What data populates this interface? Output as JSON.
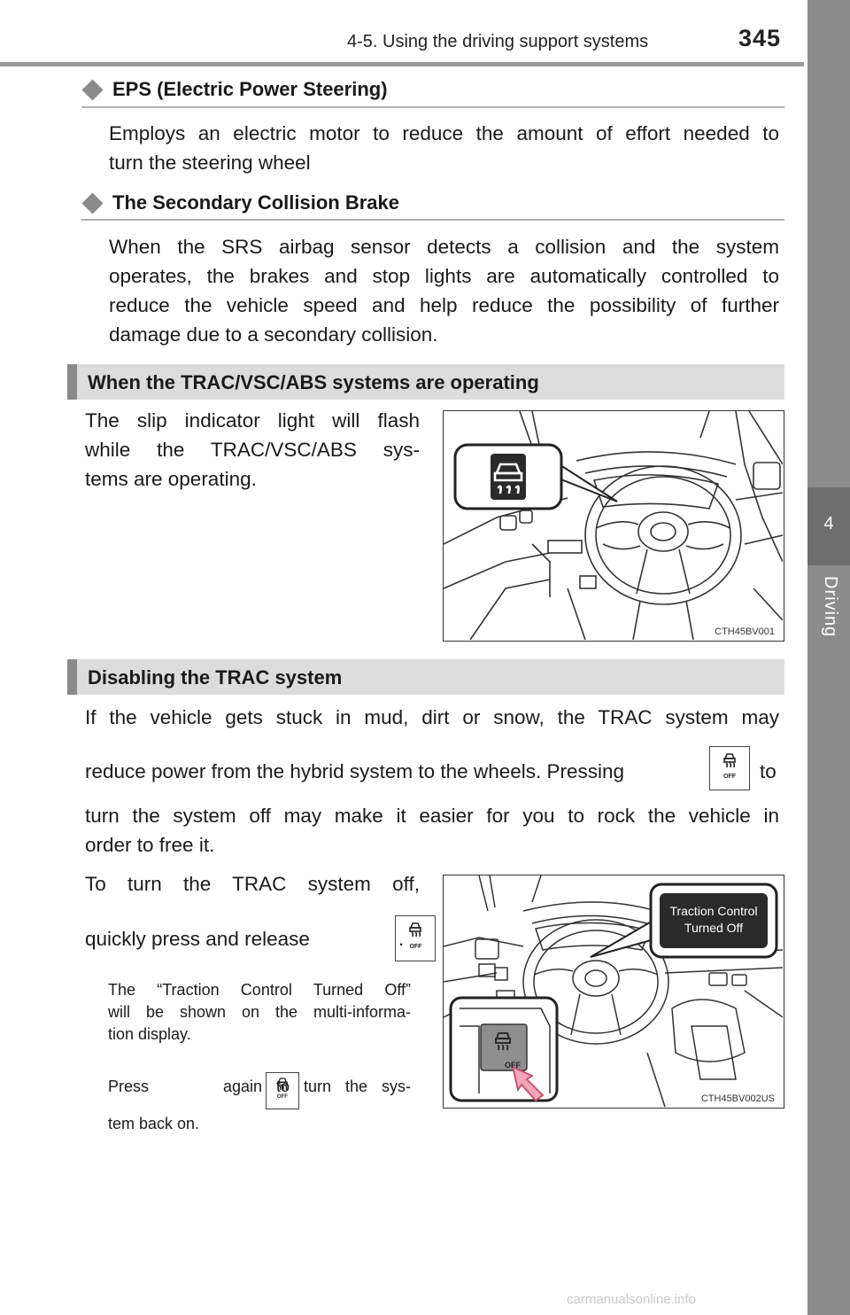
{
  "header": {
    "section_title": "4-5. Using the driving support systems",
    "page_number": "345"
  },
  "side_tab": {
    "chapter_number": "4",
    "chapter_name": "Driving"
  },
  "eps": {
    "heading": "EPS (Electric Power Steering)",
    "line1": "Employs an electric motor to reduce the amount of effort needed to",
    "line2": "turn the steering wheel"
  },
  "secondary_brake": {
    "heading": "The Secondary Collision Brake",
    "lines": [
      "When the SRS airbag sensor detects a collision and the system",
      "operates, the brakes and stop lights are automatically controlled to",
      "reduce the vehicle speed and help reduce the possibility of further",
      "damage due to a secondary collision."
    ]
  },
  "trac_operating": {
    "heading": "When the TRAC/VSC/ABS systems are operating",
    "lines": [
      "The slip indicator light will flash",
      "while the TRAC/VSC/ABS sys-",
      "tems are operating."
    ],
    "figure_code": "CTH45BV001"
  },
  "disabling": {
    "heading": "Disabling the TRAC system",
    "line1": "If the vehicle gets stuck in mud, dirt or snow, the TRAC system may",
    "line2_before": "reduce power from the hybrid system to the wheels. Pressing",
    "line2_after": "to",
    "line3": "turn the system off may make it easier for you to rock the vehicle in",
    "line4": "order to free it.",
    "turn_off_line1": "To turn the TRAC system off,",
    "turn_off_line2_before": "quickly press and release",
    "turn_off_line2_after": ".",
    "note_lines": [
      "The “Traction Control Turned Off”",
      "will be shown on the multi-informa-",
      "tion display."
    ],
    "press_before": "Press",
    "press_after": "again to turn the sys-",
    "press_line2": "tem back on.",
    "figure_code": "CTH45BV002US",
    "callout_line1": "Traction Control",
    "callout_line2": "Turned Off"
  },
  "icons": {
    "button_label": "OFF"
  },
  "watermark": "carmanualsonline.info"
}
